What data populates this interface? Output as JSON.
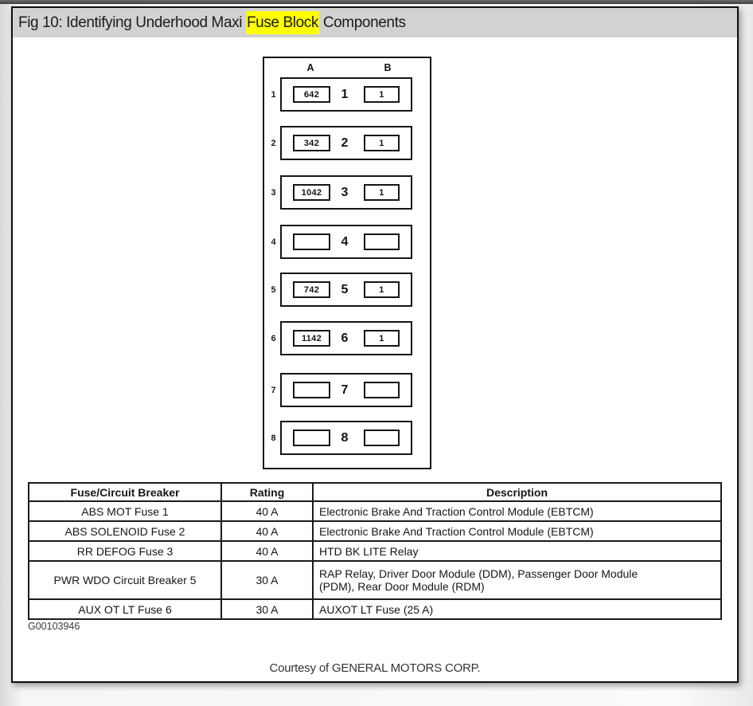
{
  "colors": {
    "top_bar": "#4b4b4b",
    "title_bar_bg": "#d2d2d2",
    "search_highlight": "#ffff00",
    "ink": "#1c1c1c"
  },
  "header": {
    "title_prefix": "Fig 10: Identifying Underhood Maxi ",
    "title_highlight": "Fuse Block",
    "title_suffix": " Components"
  },
  "diagram": {
    "column_headers": [
      "A",
      "B"
    ],
    "rows": [
      {
        "label": "1",
        "a_value": "642",
        "number": "1",
        "b_value": "1"
      },
      {
        "label": "2",
        "a_value": "342",
        "number": "2",
        "b_value": "1"
      },
      {
        "label": "3",
        "a_value": "1042",
        "number": "3",
        "b_value": "1"
      },
      {
        "label": "4",
        "a_value": "",
        "number": "4",
        "b_value": ""
      },
      {
        "label": "5",
        "a_value": "742",
        "number": "5",
        "b_value": "1"
      },
      {
        "label": "6",
        "a_value": "1142",
        "number": "6",
        "b_value": "1"
      },
      {
        "label": "7",
        "a_value": "",
        "number": "7",
        "b_value": ""
      },
      {
        "label": "8",
        "a_value": "",
        "number": "8",
        "b_value": ""
      }
    ]
  },
  "table": {
    "headers": [
      "Fuse/Circuit Breaker",
      "Rating",
      "Description"
    ],
    "rows": [
      {
        "name": "ABS MOT Fuse 1",
        "rating": "40 A",
        "description": "Electronic Brake And Traction Control Module (EBTCM)"
      },
      {
        "name": "ABS SOLENOID Fuse 2",
        "rating": "40 A",
        "description": "Electronic Brake And Traction Control Module (EBTCM)"
      },
      {
        "name": "RR DEFOG Fuse 3",
        "rating": "40 A",
        "description": "HTD BK LITE Relay"
      },
      {
        "name": "PWR WDO Circuit Breaker 5",
        "rating": "30 A",
        "description": "RAP Relay, Driver Door Module (DDM), Passenger Door Module (PDM), Rear Door Module (RDM)"
      },
      {
        "name": "AUX OT LT Fuse 6",
        "rating": "30 A",
        "description": "AUXOT LT Fuse (25 A)"
      }
    ]
  },
  "footer": {
    "figure_id": "G00103946",
    "courtesy": "Courtesy of GENERAL MOTORS CORP."
  }
}
